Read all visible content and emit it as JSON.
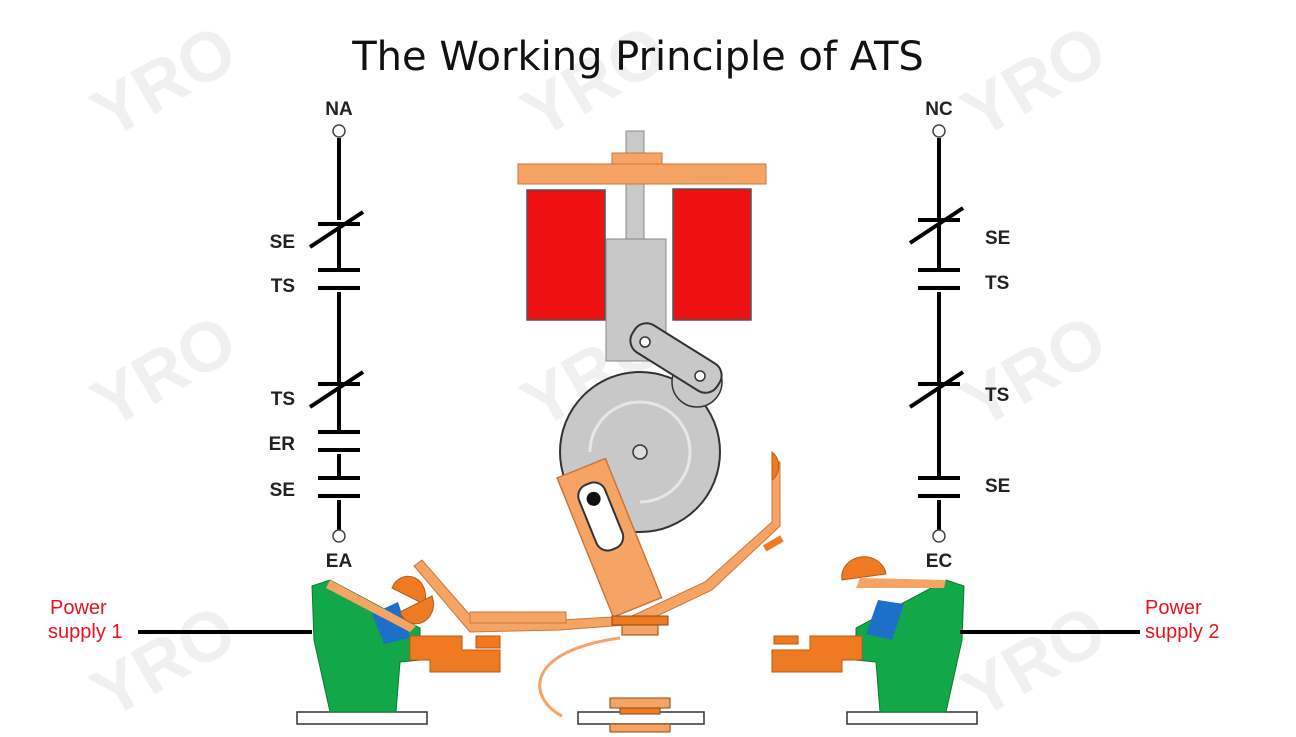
{
  "title": "The Working Principle of ATS",
  "watermark": "YRO",
  "left_circuit": {
    "top": "NA",
    "labels": [
      "SE",
      "TS",
      "TS",
      "ER",
      "SE"
    ],
    "bottom": "EA"
  },
  "right_circuit": {
    "top": "NC",
    "labels": [
      "SE",
      "TS",
      "TS",
      "SE"
    ],
    "bottom": "EC"
  },
  "power_left": [
    "Power",
    "supply 1"
  ],
  "power_right": [
    "Power",
    "supply 2"
  ],
  "colors": {
    "coil": "#ee1111",
    "plate": "#f5a466",
    "contact": "#f07a22",
    "frame": "#12a84a",
    "insulator": "#1e6fc8",
    "rotor": "#c8c8c8",
    "label_red": "#e8141a"
  }
}
